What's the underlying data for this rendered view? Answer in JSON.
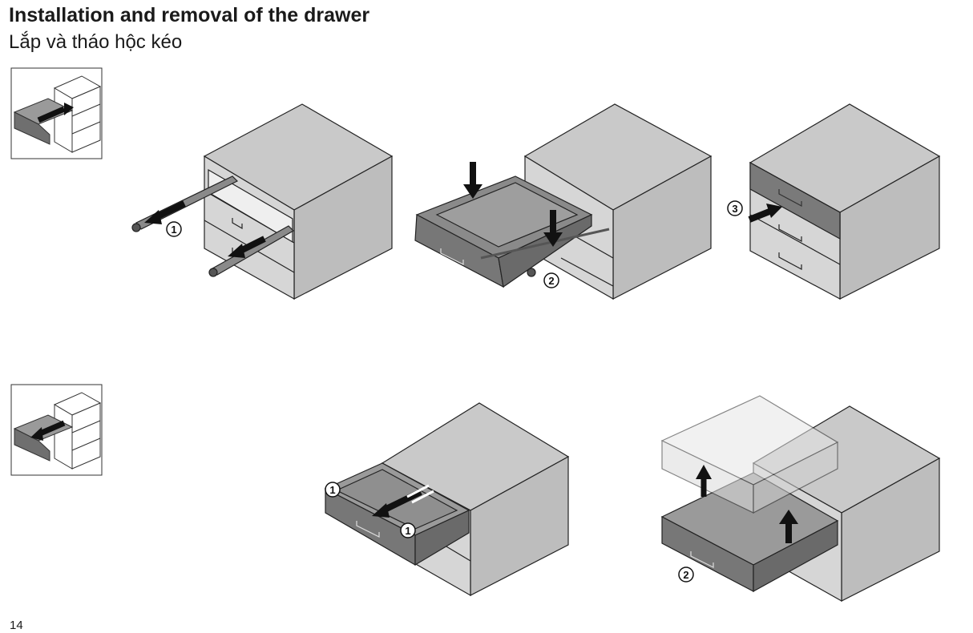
{
  "header": {
    "title": "Installation and removal of the drawer",
    "subtitle": "Lắp và tháo hộc kéo"
  },
  "callouts": {
    "step1": "1",
    "step2": "2",
    "step3": "3"
  },
  "footer": {
    "page_number": "14"
  },
  "colors": {
    "cabinet_front": "#d4d4d4",
    "cabinet_top": "#c8c8c8",
    "cabinet_side": "#bebebe",
    "drawer_dark": "#757575",
    "drawer_inner": "#8a8a8a",
    "arrow": "#111111",
    "ghost": "#e4e4e4"
  }
}
